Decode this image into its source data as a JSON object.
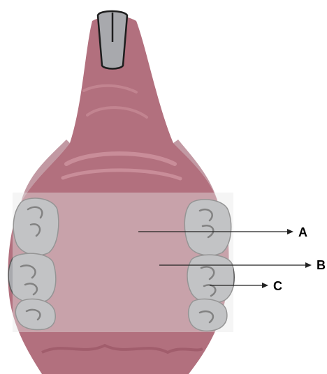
{
  "labels": {
    "a": "A",
    "b": "B",
    "c": "C"
  },
  "colors": {
    "palate": "#b2707e",
    "palate_dark": "#9a5565",
    "palate_light": "#c98d99",
    "tooth_fill": "#a8a9ad",
    "tooth_light": "#d0d1d4",
    "tooth_outline": "#3a3a3a",
    "overlay": "#e6e6e6",
    "leader": "#222222"
  }
}
